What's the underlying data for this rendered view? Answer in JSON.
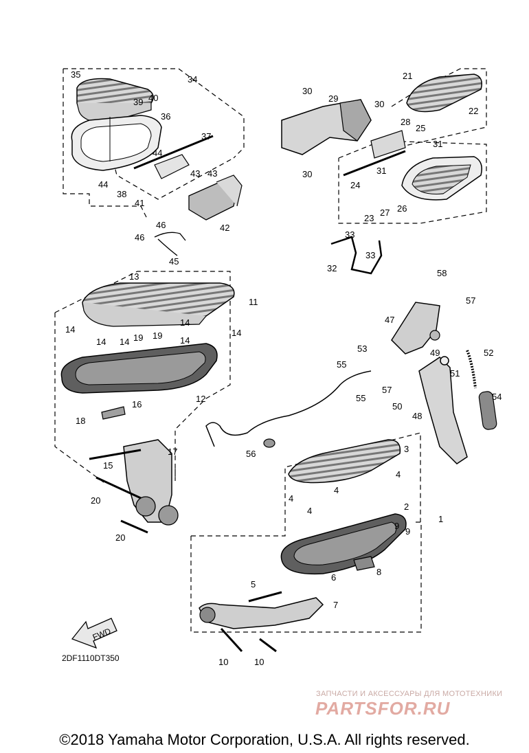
{
  "diagram": {
    "code": "2DF1110DT350",
    "fwd_label": "FWD",
    "callouts": [
      "1",
      "2",
      "3",
      "4",
      "5",
      "6",
      "7",
      "8",
      "9",
      "10",
      "11",
      "12",
      "13",
      "14",
      "15",
      "16",
      "17",
      "18",
      "19",
      "20",
      "21",
      "22",
      "23",
      "24",
      "25",
      "26",
      "27",
      "28",
      "29",
      "30",
      "31",
      "32",
      "33",
      "34",
      "35",
      "36",
      "37",
      "38",
      "39",
      "40",
      "41",
      "42",
      "43",
      "44",
      "45",
      "46",
      "47",
      "48",
      "49",
      "50",
      "51",
      "52",
      "53",
      "54",
      "55",
      "56",
      "57",
      "58"
    ]
  },
  "watermark": {
    "tagline": "ЗАПЧАСТИ И АКСЕССУАРЫ ДЛЯ МОТОТЕХНИКИ",
    "brand": "PARTSFOR.RU"
  },
  "footer": {
    "copyright": "©2018 Yamaha Motor Corporation, U.S.A. All rights reserved."
  }
}
